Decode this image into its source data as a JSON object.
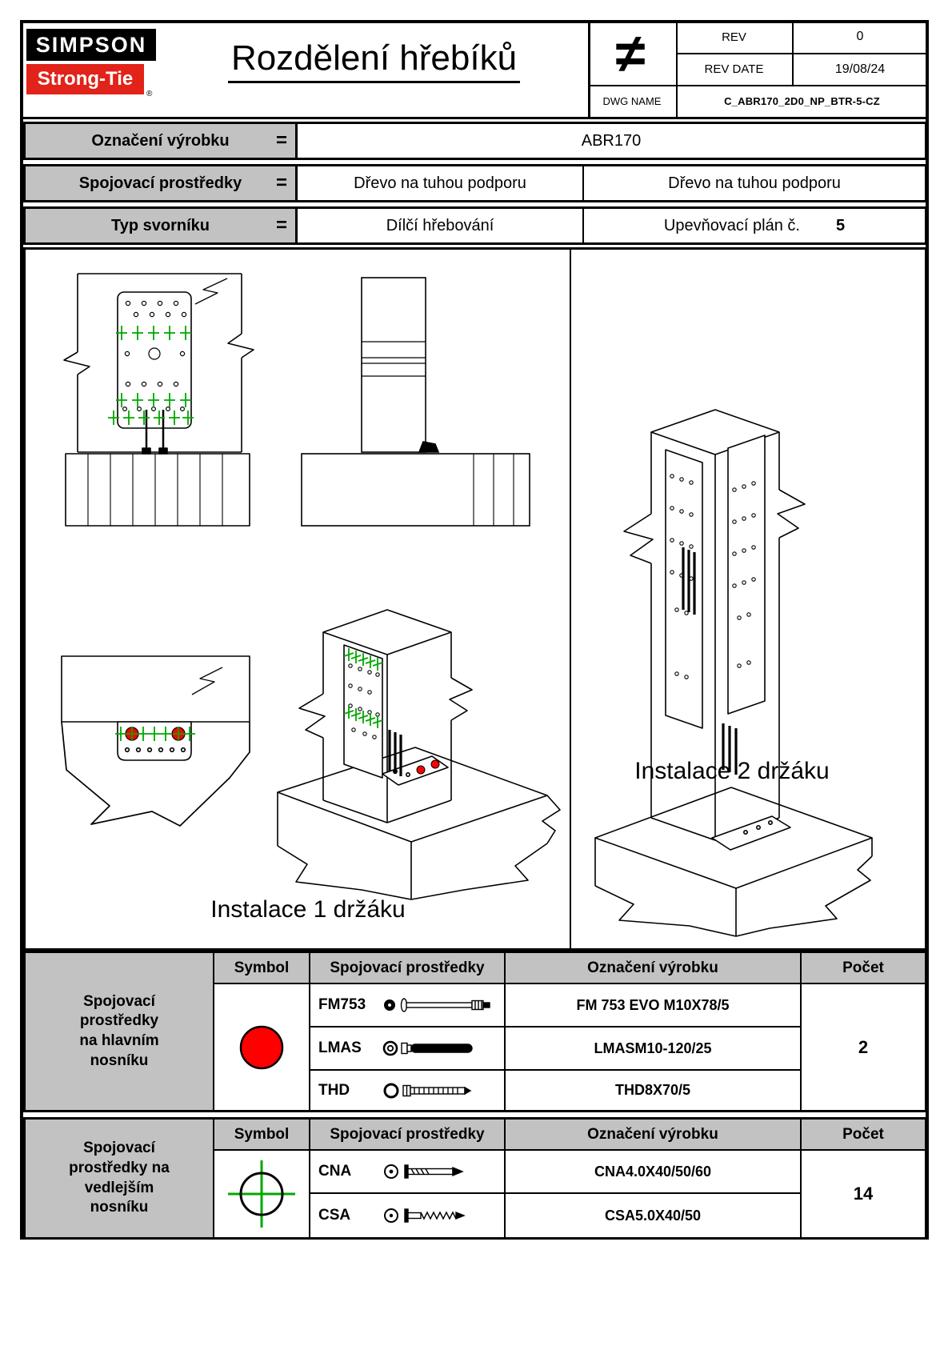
{
  "logo": {
    "simpson": "SIMPSON",
    "strongtie": "Strong-Tie",
    "registered": "®"
  },
  "header": {
    "title": "Rozdělení hřebíků"
  },
  "titleblock": {
    "not_equal": "≠",
    "rev_label": "REV",
    "rev_value": "0",
    "rev_date_label": "REV DATE",
    "rev_date_value": "19/08/24",
    "dwg_label": "DWG NAME",
    "dwg_value": "C_ABR170_2D0_NP_BTR-5-CZ"
  },
  "info": {
    "eq": "=",
    "row1": {
      "label": "Označení výrobku",
      "value": "ABR170"
    },
    "row2": {
      "label": "Spojovací prostředky",
      "value1": "Dřevo na tuhou podporu",
      "value2": "Dřevo na tuhou podporu"
    },
    "row3": {
      "label": "Typ svorníku",
      "value1": "Dílčí hřebování",
      "value2": "Upevňovací plán č.",
      "value2_num": "5"
    }
  },
  "drawings": {
    "caption_install1": "Instalace 1 držáku",
    "caption_install2": "Instalace 2 držáku"
  },
  "fastener_tables": [
    {
      "group_label": "Spojovací\nprostředky\nna hlavním\nnosníku",
      "headers": {
        "symbol": "Symbol",
        "fasteners": "Spojovací prostředky",
        "product": "Označení výrobku",
        "count": "Počet"
      },
      "symbol_color": "#FF0000",
      "rows": [
        {
          "code": "FM753",
          "product": "FM 753 EVO M10X78/5"
        },
        {
          "code": "LMAS",
          "product": "LMASM10-120/25"
        },
        {
          "code": "THD",
          "product": "THD8X70/5"
        }
      ],
      "count": "2"
    },
    {
      "group_label": "Spojovací\nprostředky na\nvedlejším\nnosníku",
      "headers": {
        "symbol": "Symbol",
        "fasteners": "Spojovací prostředky",
        "product": "Označení výrobku",
        "count": "Počet"
      },
      "symbol_color": "#00A800",
      "rows": [
        {
          "code": "CNA",
          "product": "CNA4.0X40/50/60"
        },
        {
          "code": "CSA",
          "product": "CSA5.0X40/50"
        }
      ],
      "count": "14"
    }
  ],
  "colors": {
    "accent_red": "#FF0000",
    "nail_green": "#00A800",
    "logo_red": "#E2231A",
    "cell_gray": "#C2C2C2"
  }
}
